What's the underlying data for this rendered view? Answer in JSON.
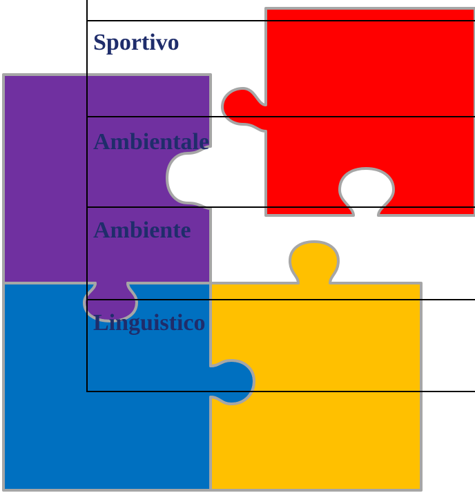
{
  "labels": {
    "sportivo": "Sportivo",
    "ambientale": "Ambientale",
    "ambiente": "Ambiente",
    "linguistico": "Linguistico"
  },
  "colors": {
    "text": "#1f2d6b",
    "red_piece": "#ff0000",
    "purple_piece": "#7030a0",
    "blue_piece": "#0070c0",
    "yellow_piece": "#ffc000",
    "piece_border": "#a6a6a6",
    "frame": "#000000"
  }
}
